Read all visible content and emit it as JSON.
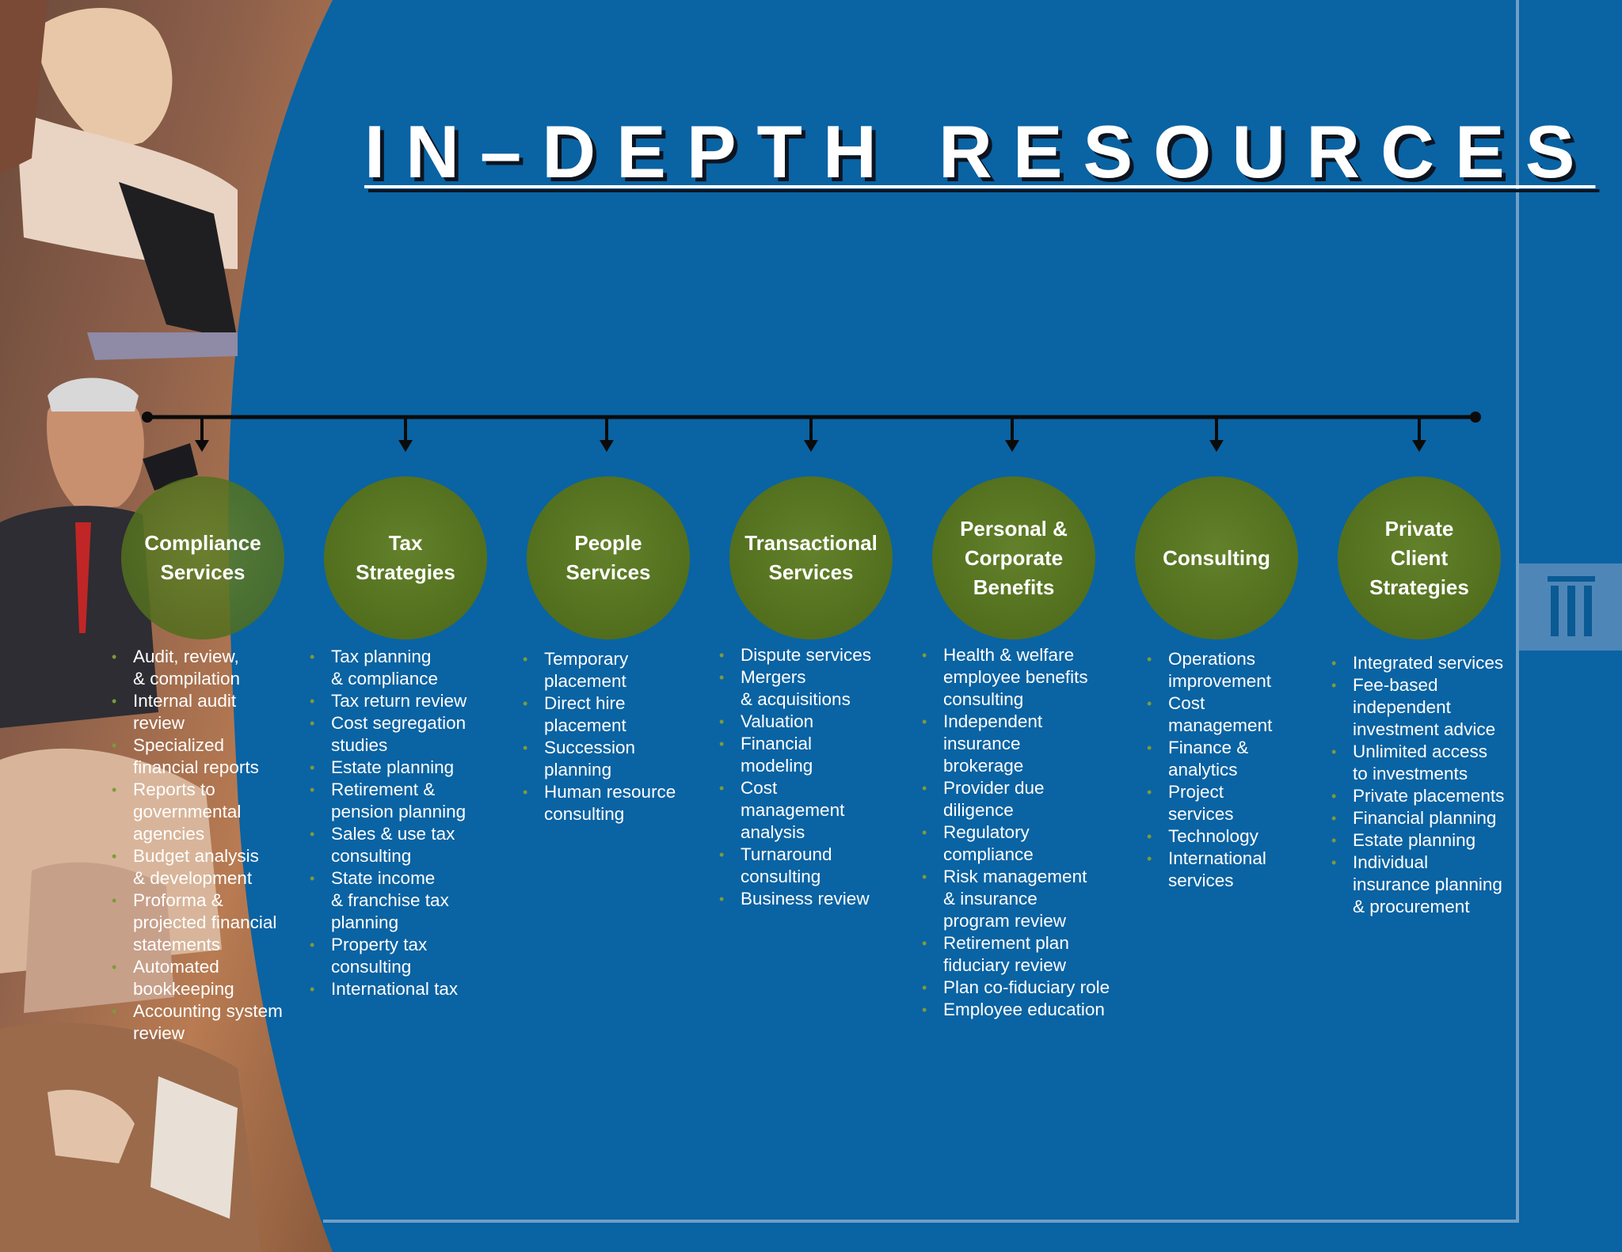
{
  "title": "IN–DEPTH RESOURCES",
  "categories": [
    {
      "label": "Compliance\nServices",
      "items": [
        "Audit, review,\n& compilation",
        "Internal audit\nreview",
        "Specialized\nfinancial reports",
        "Reports to\ngovernmental\nagencies",
        "Budget analysis\n& development",
        "Proforma &\nprojected financial\nstatements",
        "Automated\nbookkeeping",
        "Accounting system\nreview"
      ]
    },
    {
      "label": "Tax\nStrategies",
      "items": [
        "Tax planning\n& compliance",
        "Tax return review",
        "Cost segregation\nstudies",
        "Estate planning",
        "Retirement &\npension planning",
        "Sales & use tax\nconsulting",
        "State income\n& franchise tax\nplanning",
        "Property tax\nconsulting",
        "International tax"
      ]
    },
    {
      "label": "People\nServices",
      "items": [
        "Temporary\nplacement",
        "Direct hire\nplacement",
        "Succession\nplanning",
        "Human resource\nconsulting"
      ]
    },
    {
      "label": "Transactional\nServices",
      "items": [
        "Dispute services",
        "Mergers\n& acquisitions",
        "Valuation",
        "Financial\nmodeling",
        "Cost\nmanagement\nanalysis",
        "Turnaround\nconsulting",
        "Business review"
      ]
    },
    {
      "label": "Personal &\nCorporate\nBenefits",
      "items": [
        "Health & welfare\nemployee benefits\nconsulting",
        "Independent\ninsurance\nbrokerage",
        "Provider due\ndiligence",
        "Regulatory\ncompliance",
        "Risk management\n& insurance\nprogram review",
        "Retirement plan\nfiduciary review",
        "Plan co-fiduciary role",
        "Employee education"
      ]
    },
    {
      "label": "Consulting",
      "items": [
        "Operations\nimprovement",
        "Cost\nmanagement",
        "Finance &\nanalytics",
        "Project\nservices",
        "Technology",
        "International\nservices"
      ]
    },
    {
      "label": "Private\nClient\nStrategies",
      "items": [
        "Integrated services",
        "Fee-based\nindependent\ninvestment advice",
        "Unlimited access\nto investments",
        "Private placements",
        "Financial planning",
        "Estate planning",
        "Individual\ninsurance planning\n& procurement"
      ]
    }
  ],
  "colors": {
    "background": "#0a63a3",
    "circle": "#57731f",
    "bullet": "#7e9a3a",
    "connector": "#0b0b0b"
  },
  "icons": {
    "side_tab": "column-pillars-icon"
  }
}
